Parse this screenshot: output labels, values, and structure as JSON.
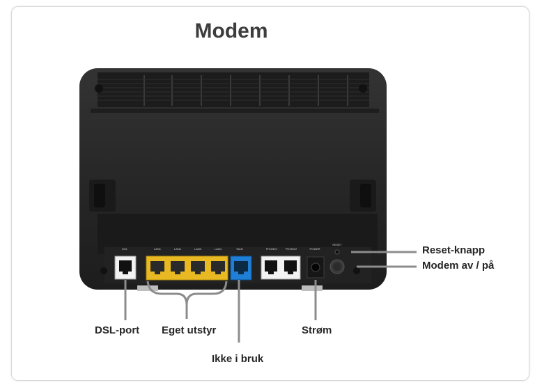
{
  "title": "Modem",
  "port_labels": {
    "dsl": "DSL",
    "lan1": "LAN1",
    "lan2": "LAN2",
    "lan3": "LAN3",
    "lan4": "LAN4",
    "wan": "WAN",
    "phone1": "PHONE1",
    "phone2": "PHONE2",
    "power": "POWER",
    "reset": "RESET"
  },
  "callouts": {
    "reset": "Reset-knapp",
    "power_switch": "Modem av / på",
    "dsl_port": "DSL-port",
    "own_equipment": "Eget utstyr",
    "not_in_use": "Ikke i bruk",
    "power": "Strøm"
  },
  "colors": {
    "lan_ports": "#e8b923",
    "wan_port": "#1f7fd6",
    "phone_ports": "#f2f2f2",
    "device_body": "#2a2a2a"
  }
}
